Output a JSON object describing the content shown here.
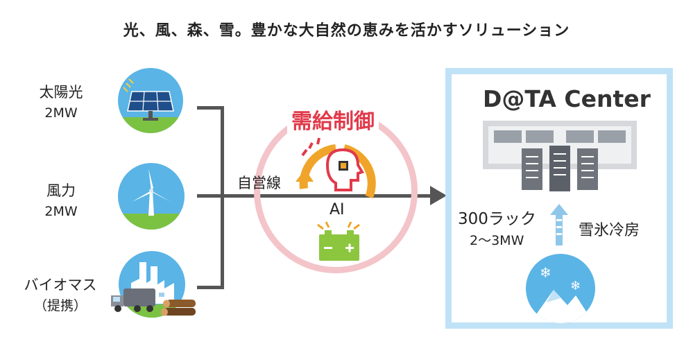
{
  "title": "光、風、森、雪。豊かな大自然の恵みを活かすソリューション",
  "sources": [
    {
      "label": "太陽光",
      "sub": "2MW",
      "icon": "solar-panel-icon"
    },
    {
      "label": "風力",
      "sub": "2MW",
      "icon": "wind-turbine-icon"
    },
    {
      "label": "バイオマス",
      "sub": "（提携）",
      "icon": "factory-icon"
    }
  ],
  "center": {
    "supply_demand": "需給制御",
    "line_label": "自営線",
    "ai_label": "AI"
  },
  "datacenter": {
    "title": "D@TA Center",
    "racks": "300ラック",
    "power": "2〜3MW",
    "cooling": "雪氷冷房"
  },
  "colors": {
    "accent_red": "#e03a4a",
    "ring_pink": "#f3c4c9",
    "arrow_yellow": "#f0a52a",
    "battery_green": "#8cc63f",
    "sky_blue": "#5ab4e6",
    "box_blue": "#bfe2f6",
    "line_dark": "#555555"
  }
}
